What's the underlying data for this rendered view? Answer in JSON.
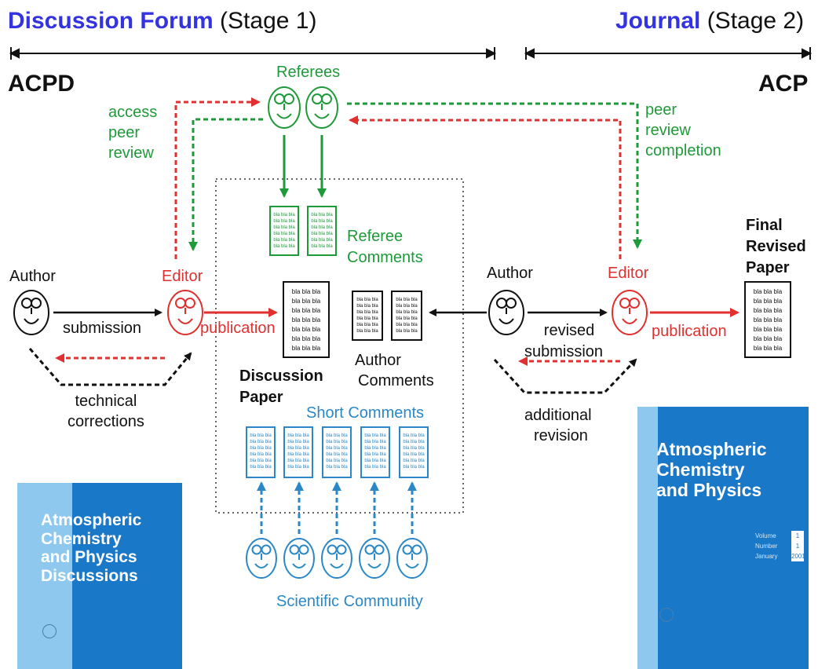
{
  "header": {
    "stage1_name": "Discussion Forum",
    "stage1_suffix": " (Stage 1)",
    "stage2_name": "Journal",
    "stage2_suffix": " (Stage 2)",
    "left_label": "ACPD",
    "right_label": "ACP"
  },
  "labels": {
    "referees": "Referees",
    "access_peer_review": [
      "access",
      "peer",
      "review"
    ],
    "peer_review_completion": [
      "peer",
      "review",
      "completion"
    ],
    "referee_comments": [
      "Referee",
      "Comments"
    ],
    "author_left": "Author",
    "editor_left": "Editor",
    "submission": "submission",
    "publication_left": "publication",
    "technical_corrections": [
      "technical",
      "corrections"
    ],
    "discussion_paper": [
      "Discussion",
      "Paper"
    ],
    "author_comments": [
      "Author",
      "Comments"
    ],
    "short_comments": "Short Comments",
    "scientific_community": "Scientific Community",
    "author_right": "Author",
    "editor_right": "Editor",
    "revised_submission": [
      "revised",
      "submission"
    ],
    "additional_revision": [
      "additional",
      "revision"
    ],
    "publication_right": "publication",
    "final_revised_paper": [
      "Final",
      "Revised",
      "Paper"
    ],
    "doc_text": "bla bla bla"
  },
  "covers": {
    "left_title": "Atmospheric\nChemistry\nand Physics\nDiscussions",
    "right_title": "Atmospheric\nChemistry\nand Physics",
    "right_info": [
      "Volume",
      "Number",
      "January"
    ],
    "right_info_values": [
      "1",
      "1",
      "2001"
    ]
  },
  "colors": {
    "blue_title": "#3333e0",
    "green": "#1f9a3a",
    "red": "#e03030",
    "sky": "#2a88c8",
    "black": "#111111",
    "cover_light": "#8fc8ee",
    "cover_dark": "#1a78c8"
  }
}
